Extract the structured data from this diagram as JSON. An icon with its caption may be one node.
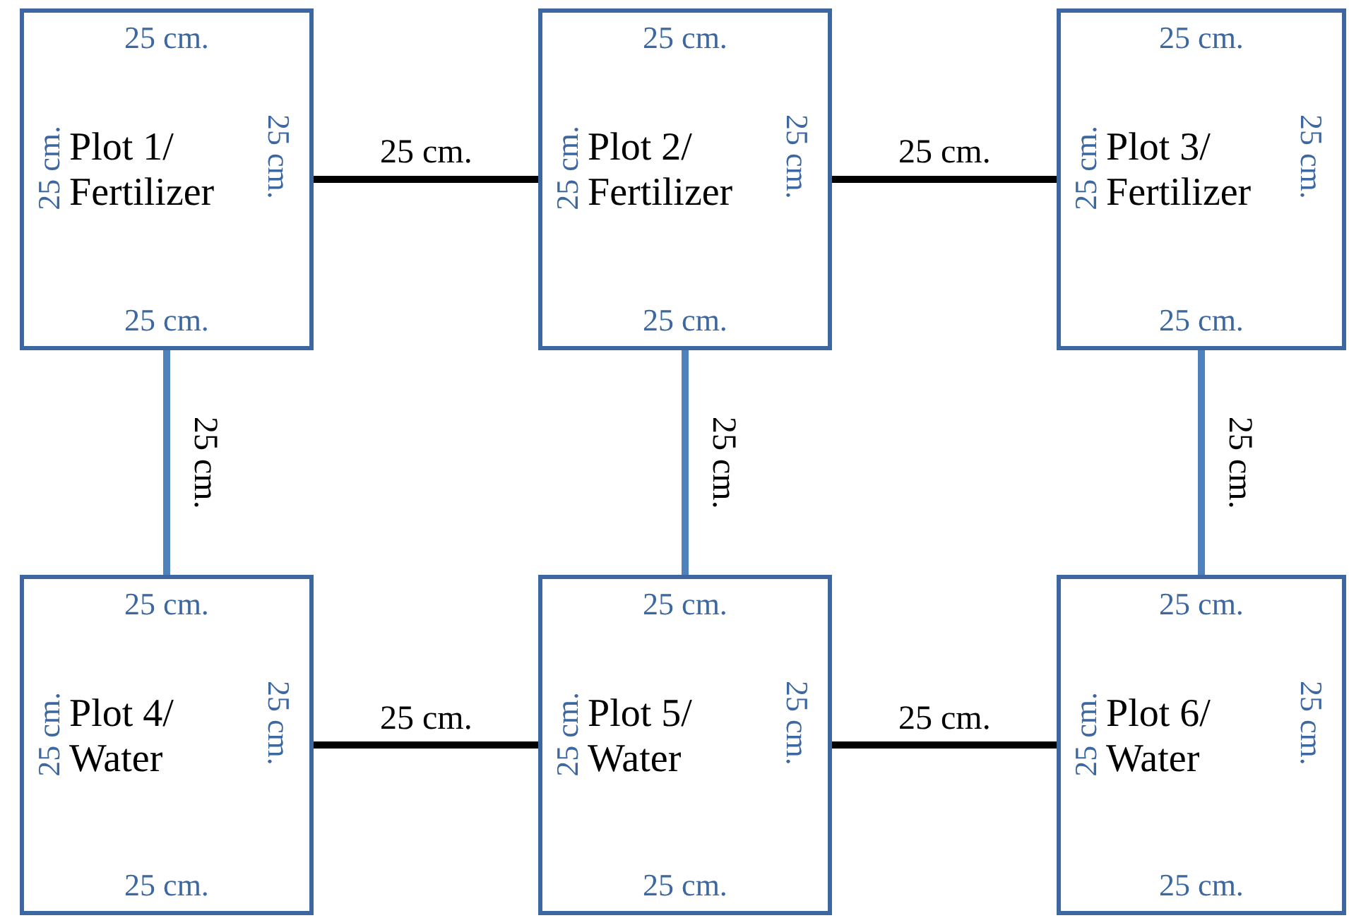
{
  "diagram": {
    "nodes": [
      {
        "text": [
          "25 cm.",
          "25 cm.",
          "Plot 1/ Fertilizer",
          "25 cm.",
          "25 cm."
        ]
      },
      {
        "text": [
          "25 cm.",
          "25 cm.",
          "Plot 2/ Fertilizer",
          "25 cm.",
          "25 cm."
        ]
      },
      {
        "text": [
          "25 cm.",
          "25 cm.",
          "Plot 3/ Fertilizer",
          "25 cm.",
          "25 cm."
        ]
      },
      {
        "text": [
          "25 cm.",
          "25 cm.",
          "Plot 4/ Water",
          "25 cm.",
          "25 cm."
        ]
      },
      {
        "text": [
          "25 cm.",
          "25 cm.",
          "Plot 5/ Water",
          "25 cm.",
          "25 cm."
        ]
      },
      {
        "text": [
          "25 cm.",
          "25 cm.",
          "Plot 6/ Water",
          "25 cm.",
          "25 cm."
        ]
      }
    ],
    "edges": [
      {
        "from": 0,
        "to": 1,
        "arrow": "none",
        "label": "25 cm."
      },
      {
        "from": 1,
        "to": 2,
        "arrow": "none",
        "label": "25 cm."
      },
      {
        "from": 0,
        "to": 3,
        "arrow": "none",
        "label": "25 cm.",
        "color": "#4f81bd"
      },
      {
        "from": 1,
        "to": 4,
        "arrow": "none",
        "label": "25 cm.",
        "color": "#4f81bd"
      },
      {
        "from": 2,
        "to": 5,
        "arrow": "none",
        "label": "25 cm.",
        "color": "#4f81bd"
      },
      {
        "from": 3,
        "to": 4,
        "arrow": "none",
        "label": "25 cm."
      },
      {
        "from": 4,
        "to": 5,
        "arrow": "none",
        "label": "25 cm."
      }
    ]
  }
}
